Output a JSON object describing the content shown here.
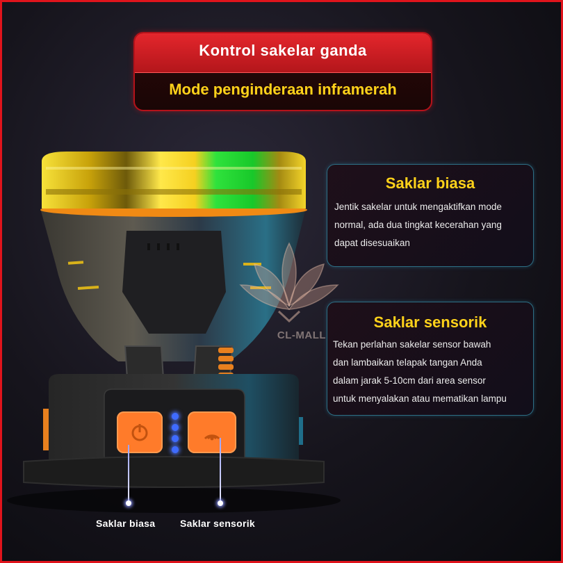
{
  "header": {
    "title": "Kontrol sakelar ganda",
    "subtitle": "Mode penginderaan inframerah"
  },
  "cards": [
    {
      "title": "Saklar biasa",
      "lines": [
        "Jentik sakelar untuk mengaktifkan mode",
        "normal, ada dua tingkat kecerahan yang",
        "dapat disesuaikan"
      ]
    },
    {
      "title": "Saklar sensorik",
      "lines": [
        "Tekan perlahan sakelar sensor bawah",
        "dan lambaikan telapak tangan Anda",
        "dalam jarak 5-10cm dari area sensor",
        "untuk menyalakan atau mematikan lampu"
      ]
    }
  ],
  "watermark": {
    "text": "CL-MALL"
  },
  "buttons": {
    "power_label": "Saklar biasa",
    "sensor_label": "Saklar sensorik"
  },
  "icons": {
    "power": "power-icon",
    "sensor": "wave-sensor-icon"
  },
  "colors": {
    "accent_red": "#e0141c",
    "accent_yellow": "#ffd21a",
    "button_orange": "#ff7b2a",
    "led_blue": "#3f6bff",
    "card_border": "#2d6f85"
  },
  "led_indicator_count": 4
}
